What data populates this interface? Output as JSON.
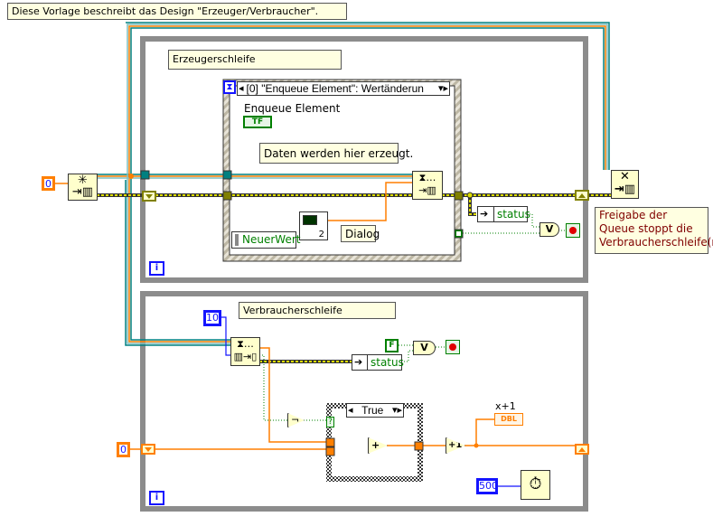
{
  "comments": {
    "top": "Diese Vorlage beschreibt das Design \"Erzeuger/Verbraucher\".",
    "producer_loop": "Erzeugerschleife",
    "consumer_loop": "Verbraucherschleife",
    "data_generated": "Daten werden hier erzeugt.",
    "release_queue": "Freigabe der Queue stoppt die Verbraucherschleife(n)."
  },
  "producer": {
    "queue_size_const": "0",
    "event_selector": "[0] \"Enqueue Element\": Wertänderun",
    "enqueue_label": "Enqueue Element",
    "bool_terminal": "TF",
    "newvalue_terminal": "NeuerWert",
    "dialog_label": "Dialog",
    "graph_count": "2",
    "status_label": "status",
    "or_label": "V",
    "iteration": "i"
  },
  "consumer": {
    "timeout_const": "10",
    "false_const": "F",
    "status_label": "status",
    "or_label": "V",
    "not_label": "¬",
    "case_selector": "True",
    "case_terminal": "?",
    "add_label": "+",
    "increment_label": "+1",
    "indicator_caption": "x+1",
    "indicator_type": "DBL",
    "init_const": "0",
    "wait_const": "500",
    "iteration": "i"
  },
  "colors": {
    "loop_border": "#8c8c8c",
    "queue_wire_teal": "#008080",
    "numeric_wire": "#ff7f00",
    "error_wire": "#c8c800",
    "bool_wire": "#008000",
    "int_const": "#1414ff",
    "comment_bg": "#ffffe1"
  }
}
